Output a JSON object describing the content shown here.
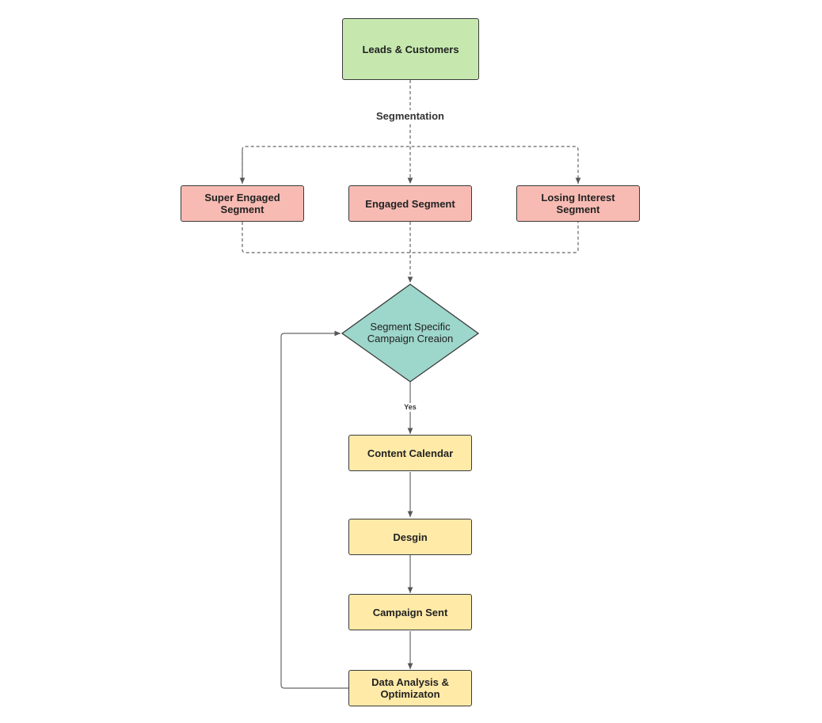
{
  "nodes": {
    "leads_customers": "Leads & Customers",
    "super_engaged": "Super Engaged\nSegment",
    "engaged": "Engaged Segment",
    "losing_interest": "Losing Interest Segment",
    "campaign_creation": "Segment Specific\nCampaign Creaion",
    "content_calendar": "Content Calendar",
    "design": "Desgin",
    "campaign_sent": "Campaign Sent",
    "data_analysis": "Data Analysis &\nOptimizaton"
  },
  "edge_labels": {
    "segmentation": "Segmentation",
    "yes": "Yes"
  },
  "colors": {
    "start_fill": "#c6e8ae",
    "segment_fill": "#f7bbb3",
    "decision_fill": "#9dd6cb",
    "step_fill": "#ffeaa8",
    "stroke": "#3a3a3a",
    "connector": "#666666"
  }
}
